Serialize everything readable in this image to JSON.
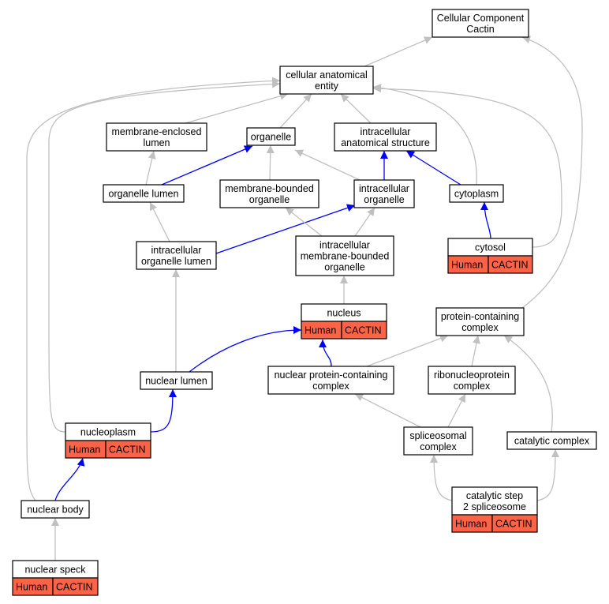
{
  "nodes": {
    "cc_root": {
      "lines": [
        "Cellular Component",
        "Cactin"
      ]
    },
    "cae": {
      "lines": [
        "cellular anatomical",
        "entity"
      ]
    },
    "mel": {
      "lines": [
        "membrane-enclosed",
        "lumen"
      ]
    },
    "organelle": {
      "lines": [
        "organelle"
      ]
    },
    "ias": {
      "lines": [
        "intracellular",
        "anatomical structure"
      ]
    },
    "olumen": {
      "lines": [
        "organelle lumen"
      ]
    },
    "mbo": {
      "lines": [
        "membrane-bounded",
        "organelle"
      ]
    },
    "io": {
      "lines": [
        "intracellular",
        "organelle"
      ]
    },
    "cytoplasm": {
      "lines": [
        "cytoplasm"
      ]
    },
    "iol": {
      "lines": [
        "intracellular",
        "organelle lumen"
      ]
    },
    "imbo": {
      "lines": [
        "intracellular",
        "membrane-bounded",
        "organelle"
      ]
    },
    "cytosol": {
      "lines": [
        "cytosol"
      ],
      "annotation": [
        "Human",
        "CACTIN"
      ]
    },
    "nucleus": {
      "lines": [
        "nucleus"
      ],
      "annotation": [
        "Human",
        "CACTIN"
      ]
    },
    "pcc": {
      "lines": [
        "protein-containing",
        "complex"
      ]
    },
    "nlumen": {
      "lines": [
        "nuclear lumen"
      ]
    },
    "npcc": {
      "lines": [
        "nuclear protein-containing",
        "complex"
      ]
    },
    "rnp": {
      "lines": [
        "ribonucleoprotein",
        "complex"
      ]
    },
    "nucleoplasm": {
      "lines": [
        "nucleoplasm"
      ],
      "annotation": [
        "Human",
        "CACTIN"
      ]
    },
    "splice": {
      "lines": [
        "spliceosomal",
        "complex"
      ]
    },
    "catalytic": {
      "lines": [
        "catalytic complex"
      ]
    },
    "nbody": {
      "lines": [
        "nuclear body"
      ]
    },
    "cs2": {
      "lines": [
        "catalytic step",
        "2 spliceosome"
      ],
      "annotation": [
        "Human",
        "CACTIN"
      ]
    },
    "nspeck": {
      "lines": [
        "nuclear speck"
      ],
      "annotation": [
        "Human",
        "CACTIN"
      ]
    }
  },
  "colors": {
    "annotation_fill": "#ff6347",
    "edge_blue": "#0000ff",
    "edge_gray": "#c0c0c0",
    "node_fill": "#ffffff",
    "node_stroke": "#000000"
  },
  "edges": [
    {
      "from": "cae",
      "to": "cc_root",
      "color": "gray"
    },
    {
      "from": "pcc",
      "to": "cc_root",
      "color": "gray"
    },
    {
      "from": "mel",
      "to": "cae",
      "color": "gray"
    },
    {
      "from": "organelle",
      "to": "cae",
      "color": "gray"
    },
    {
      "from": "ias",
      "to": "cae",
      "color": "gray"
    },
    {
      "from": "cytoplasm",
      "to": "cae",
      "color": "gray"
    },
    {
      "from": "cytosol",
      "to": "cae",
      "color": "gray"
    },
    {
      "from": "nucleoplasm",
      "to": "cae",
      "color": "gray"
    },
    {
      "from": "nbody",
      "to": "cae",
      "color": "gray"
    },
    {
      "from": "olumen",
      "to": "mel",
      "color": "gray"
    },
    {
      "from": "olumen",
      "to": "organelle",
      "color": "blue"
    },
    {
      "from": "mbo",
      "to": "organelle",
      "color": "gray"
    },
    {
      "from": "io",
      "to": "organelle",
      "color": "gray"
    },
    {
      "from": "io",
      "to": "ias",
      "color": "blue"
    },
    {
      "from": "cytoplasm",
      "to": "ias",
      "color": "blue"
    },
    {
      "from": "iol",
      "to": "olumen",
      "color": "gray"
    },
    {
      "from": "iol",
      "to": "io",
      "color": "blue"
    },
    {
      "from": "imbo",
      "to": "mbo",
      "color": "gray"
    },
    {
      "from": "imbo",
      "to": "io",
      "color": "gray"
    },
    {
      "from": "cytosol",
      "to": "cytoplasm",
      "color": "blue"
    },
    {
      "from": "nucleus",
      "to": "imbo",
      "color": "gray"
    },
    {
      "from": "nlumen",
      "to": "iol",
      "color": "gray"
    },
    {
      "from": "nlumen",
      "to": "nucleus",
      "color": "blue"
    },
    {
      "from": "npcc",
      "to": "nucleus",
      "color": "blue"
    },
    {
      "from": "npcc",
      "to": "pcc",
      "color": "gray"
    },
    {
      "from": "rnp",
      "to": "pcc",
      "color": "gray"
    },
    {
      "from": "catalytic",
      "to": "pcc",
      "color": "gray"
    },
    {
      "from": "nucleoplasm",
      "to": "nlumen",
      "color": "blue"
    },
    {
      "from": "splice",
      "to": "npcc",
      "color": "gray"
    },
    {
      "from": "splice",
      "to": "rnp",
      "color": "gray"
    },
    {
      "from": "nbody",
      "to": "nucleoplasm",
      "color": "blue"
    },
    {
      "from": "cs2",
      "to": "splice",
      "color": "gray"
    },
    {
      "from": "cs2",
      "to": "catalytic",
      "color": "gray"
    },
    {
      "from": "nspeck",
      "to": "nbody",
      "color": "gray"
    }
  ]
}
